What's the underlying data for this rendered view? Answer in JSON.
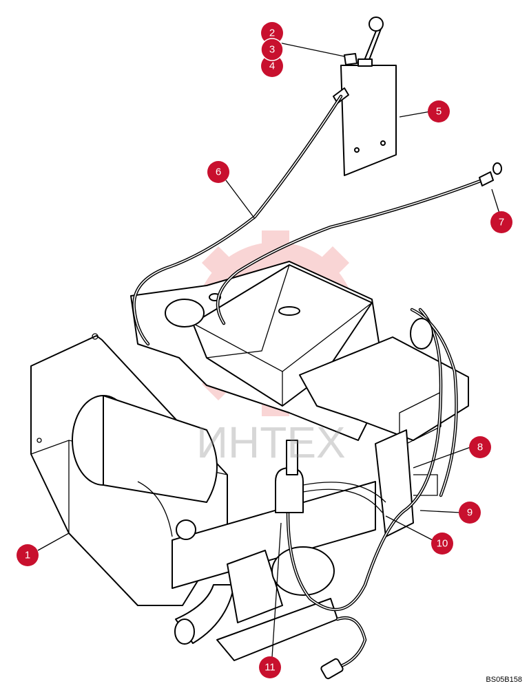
{
  "callouts": [
    "1",
    "2",
    "3",
    "4",
    "5",
    "6",
    "7",
    "8",
    "9",
    "10",
    "11"
  ],
  "watermark_text": "ИНТЕХ",
  "reference_code": "BS05B158",
  "colors": {
    "callout": "#c8102e",
    "watermark": "#f08a8a"
  }
}
